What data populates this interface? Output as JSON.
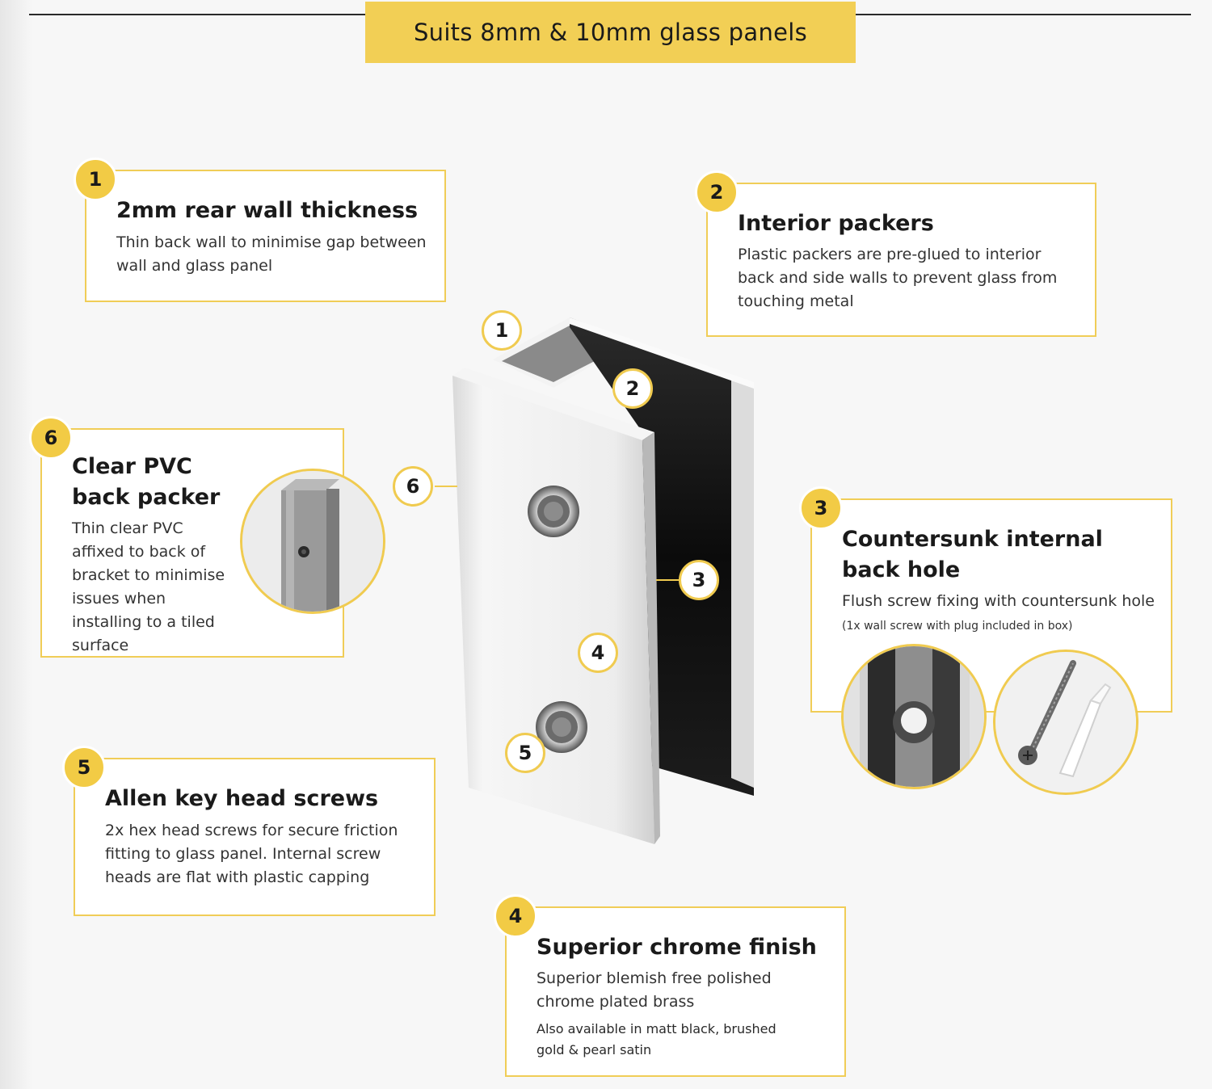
{
  "banner": {
    "text": "Suits 8mm & 10mm glass panels"
  },
  "features": [
    {
      "number": "1",
      "title": "2mm rear wall thickness",
      "description": "Thin back wall to minimise gap between wall and glass panel"
    },
    {
      "number": "2",
      "title": "Interior packers",
      "description": "Plastic packers are pre-glued to interior back and side walls to prevent glass from touching metal"
    },
    {
      "number": "3",
      "title": "Countersunk internal back hole",
      "description": "Flush screw fixing with countersunk hole",
      "note": "(1x wall screw with plug included in box)"
    },
    {
      "number": "4",
      "title": "Superior chrome finish",
      "description": "Superior blemish free polished chrome plated brass",
      "note": "Also available in matt black, brushed gold & pearl satin"
    },
    {
      "number": "5",
      "title": "Allen key head screws",
      "description": "2x hex head screws for secure friction fitting to glass panel. Internal screw heads are flat with plastic capping"
    },
    {
      "number": "6",
      "title": "Clear PVC back packer",
      "description": "Thin clear PVC affixed to back of bracket to minimise issues when installing to a tiled surface"
    }
  ],
  "markers": [
    "1",
    "2",
    "3",
    "4",
    "5",
    "6"
  ],
  "colors": {
    "accent": "#f2cb45",
    "border": "#f0cd57",
    "chrome_dark": "#141414",
    "chrome_light": "#f4f4f4"
  },
  "icons": [
    "glass-clamp-bracket-photo",
    "pvc-back-packer-photo",
    "countersunk-hole-photo",
    "wall-screw-and-plug-photo"
  ]
}
